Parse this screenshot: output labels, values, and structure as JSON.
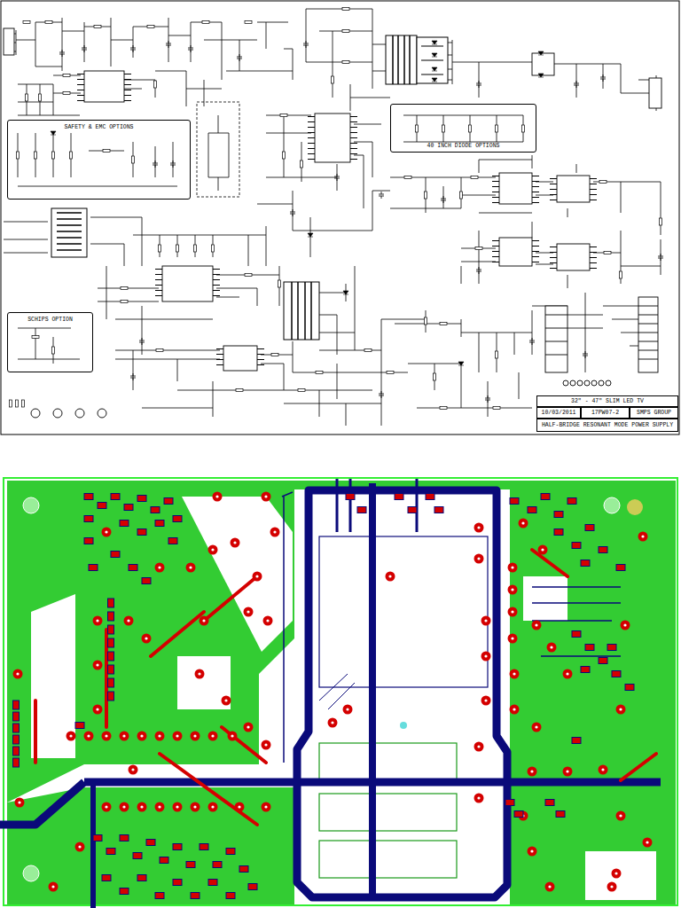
{
  "diagram": {
    "nodes": [
      {
        "text": [
          "SAFETY & EMC OPTIONS"
        ]
      },
      {
        "text": [
          "40 INCH DIODE OPTIONS"
        ]
      },
      {
        "text": [
          "SCHIPS OPTION"
        ]
      },
      {
        "text": [
          "32\" - 47\" SLIM LED TV"
        ]
      },
      {
        "text": [
          "10/03/2011"
        ]
      },
      {
        "text": [
          "17PW07-2"
        ]
      },
      {
        "text": [
          "SMPS GROUP"
        ]
      },
      {
        "text": [
          "HALF-BRIDGE RESONANT MODE POWER SUPPLY"
        ]
      }
    ]
  }
}
